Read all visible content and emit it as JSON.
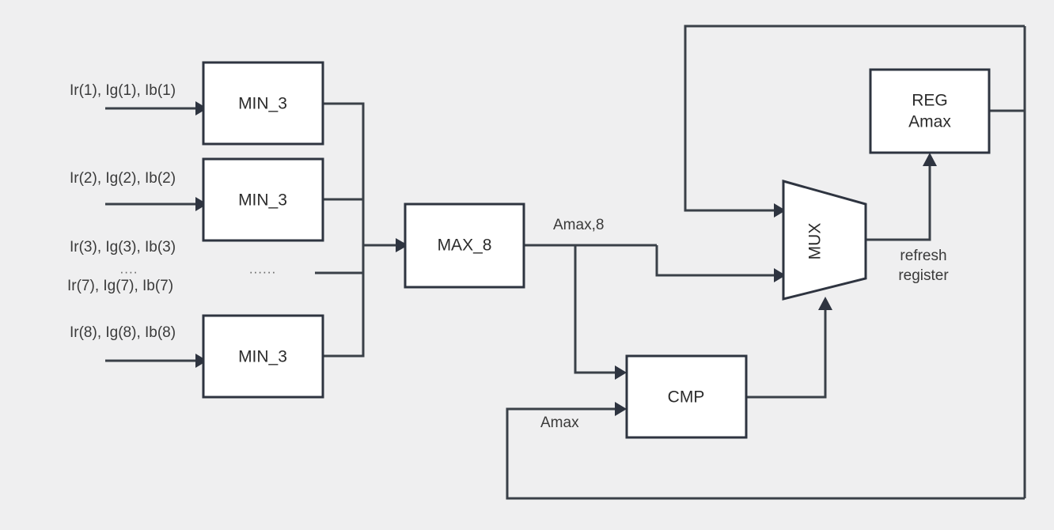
{
  "diagram": {
    "title": "Amax computation datapath block diagram",
    "background_color": "#efeff0",
    "line_color": "#3a4048",
    "block_fill": "#ffffff",
    "block_stroke": "#2e3440",
    "text_color": "#2b2b2b"
  },
  "blocks": {
    "min3_1": {
      "label": "MIN_3"
    },
    "min3_2": {
      "label": "MIN_3"
    },
    "min3_8": {
      "label": "MIN_3"
    },
    "max8": {
      "label": "MAX_8"
    },
    "mux": {
      "label": "MUX"
    },
    "reg": {
      "label_line1": "REG",
      "label_line2": "Amax"
    },
    "cmp": {
      "label": "CMP"
    }
  },
  "signals": {
    "input_1": "Ir(1), Ig(1), Ib(1)",
    "input_2": "Ir(2), Ig(2), Ib(2)",
    "input_3": "Ir(3), Ig(3), Ib(3)",
    "input_ellipsis_left": "....",
    "input_7": "Ir(7), Ig(7), Ib(7)",
    "input_8": "Ir(8), Ig(8), Ib(8)",
    "bus_ellipsis": "......",
    "amax8": "Amax,8",
    "amax_feedback": "Amax",
    "refresh_line1": "refresh",
    "refresh_line2": "register"
  }
}
